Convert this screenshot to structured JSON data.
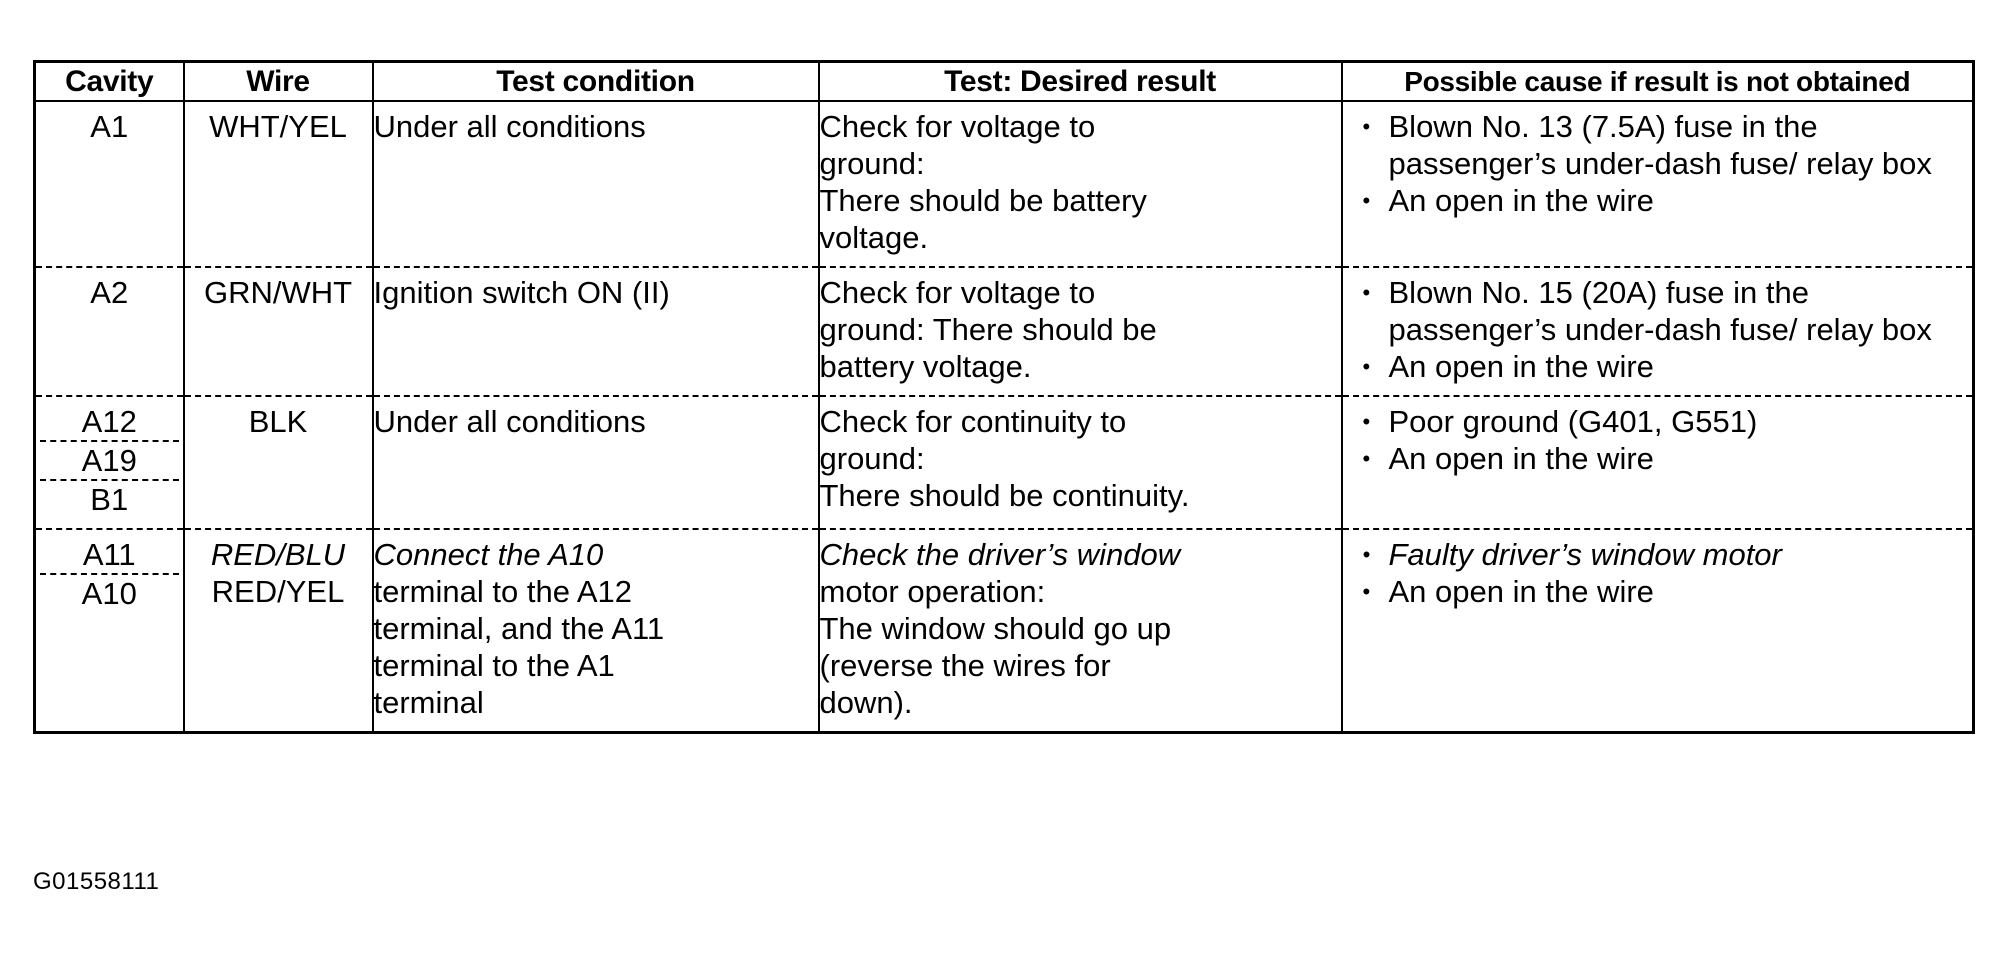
{
  "document": {
    "type": "wiring-diagnostic-table",
    "footer_code": "G01558111"
  },
  "table": {
    "headers": {
      "cavity": "Cavity",
      "wire": "Wire",
      "test_condition": "Test condition",
      "desired_result": "Test: Desired result",
      "possible_cause": "Possible cause if result is not obtained"
    },
    "rows": [
      {
        "cavities": [
          "A1"
        ],
        "wires": [
          "WHT/YEL"
        ],
        "test_condition": [
          "Under all conditions"
        ],
        "desired_result": [
          "Check for voltage to",
          "ground:",
          "There should be battery",
          "voltage."
        ],
        "possible_causes": [
          "Blown No. 13 (7.5A) fuse in the passenger’s under-dash fuse/ relay box",
          "An open in the wire"
        ]
      },
      {
        "cavities": [
          "A2"
        ],
        "wires": [
          "GRN/WHT"
        ],
        "test_condition": [
          "Ignition switch ON (II)"
        ],
        "desired_result": [
          "Check for voltage to",
          "ground: There should be",
          "battery voltage."
        ],
        "possible_causes": [
          "Blown No. 15 (20A) fuse in the passenger’s under-dash fuse/ relay box",
          "An open in the wire"
        ]
      },
      {
        "cavities": [
          "A12",
          "A19",
          "B1"
        ],
        "wires": [
          "BLK"
        ],
        "test_condition": [
          "Under all conditions"
        ],
        "desired_result": [
          "Check for continuity to",
          "ground:",
          "There should be continuity."
        ],
        "possible_causes": [
          "Poor ground (G401, G551)",
          "An open in the wire"
        ]
      },
      {
        "cavities": [
          "A11",
          "A10"
        ],
        "wires": [
          "RED/BLU",
          "RED/YEL"
        ],
        "test_condition": [
          "Connect the A10",
          "terminal to the A12",
          "terminal, and the A11",
          "terminal to the A1",
          "terminal"
        ],
        "desired_result": [
          "Check the driver’s window",
          "motor operation:",
          "The window should go up",
          "(reverse the wires for",
          "down)."
        ],
        "possible_causes": [
          "Faulty driver’s window motor",
          "An open in the wire"
        ]
      }
    ]
  }
}
